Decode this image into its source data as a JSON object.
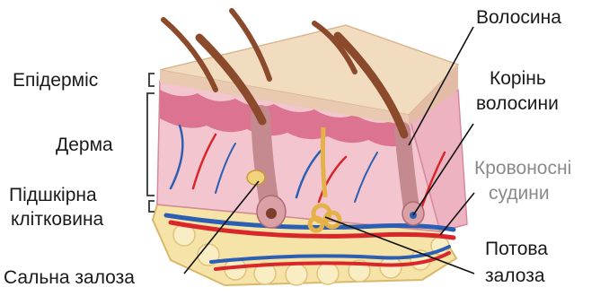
{
  "labels": {
    "epidermis": "Епідерміс",
    "dermis": "Дерма",
    "hypodermis_line1": "Підшкірна",
    "hypodermis_line2": "клітковина",
    "sebaceous_gland": "Сальна залоза",
    "hair": "Волосина",
    "hair_root_line1": "Корінь",
    "hair_root_line2": "волосини",
    "blood_vessels_line1": "Кровоносні",
    "blood_vessels_line2": "судини",
    "sweat_gland_line1": "Потова",
    "sweat_gland_line2": "залоза"
  },
  "colors": {
    "epidermis_top": "#f2dcc0",
    "dermis": "#f3c6cf",
    "dermis_band": "#d96a8a",
    "hypodermis": "#f6e3a8",
    "hair": "#8b4a2b",
    "artery": "#d9262b",
    "vein": "#2c5fb3",
    "gland": "#e5b24a"
  }
}
